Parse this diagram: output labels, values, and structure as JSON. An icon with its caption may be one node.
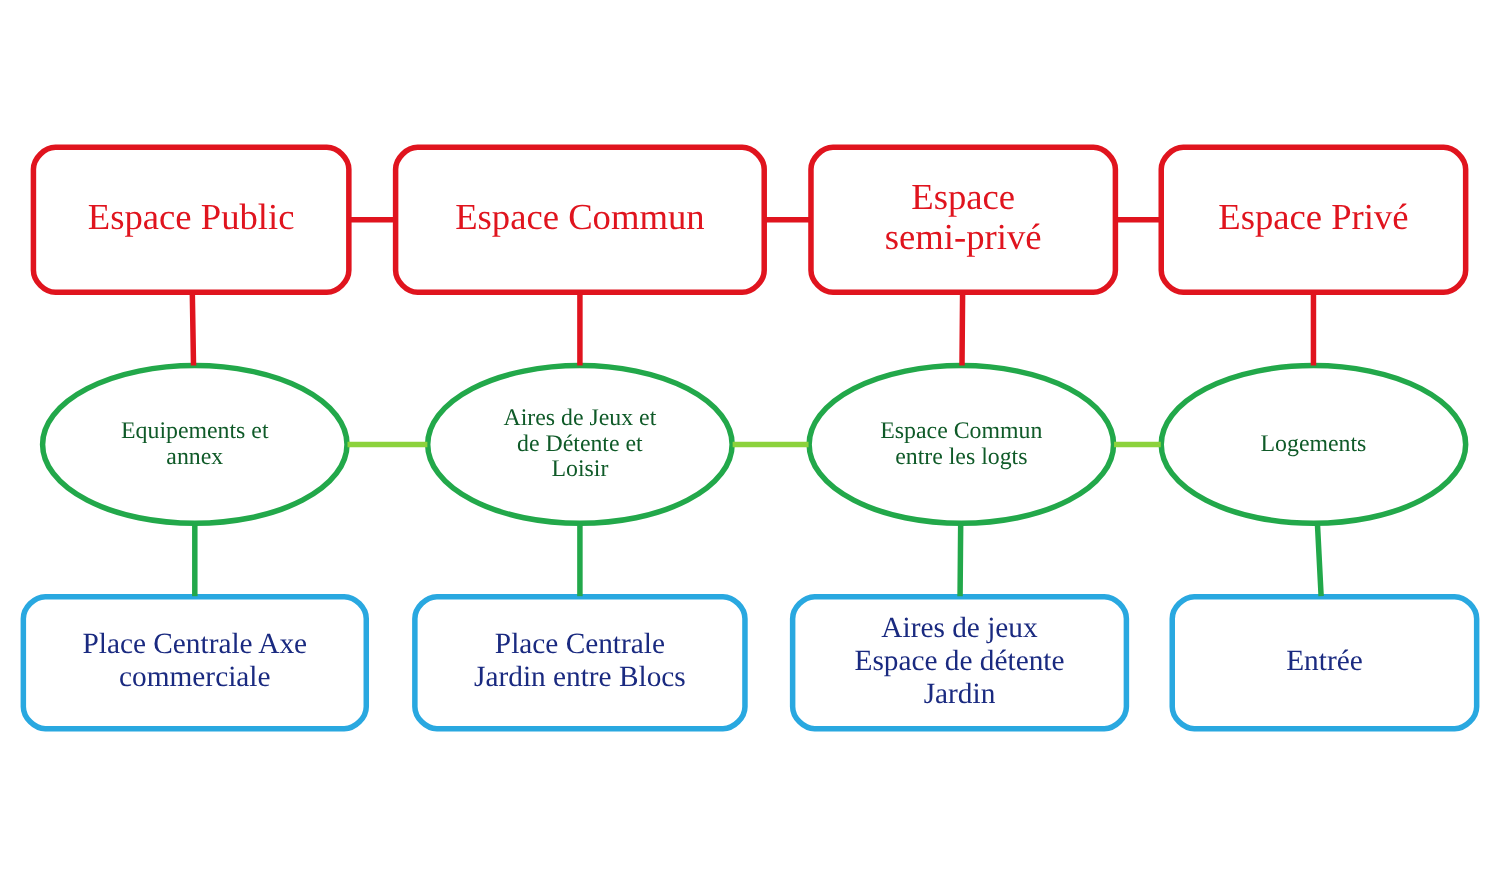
{
  "diagram": {
    "nodes": [
      {
        "text": [
          "Espace Public"
        ]
      },
      {
        "text": [
          "Espace Commun"
        ]
      },
      {
        "text": [
          "Espace semi-privé"
        ]
      },
      {
        "text": [
          "Espace Privé"
        ]
      },
      {
        "text": [
          "Equipements et annex"
        ]
      },
      {
        "text": [
          "Aires de Jeux et de Détente et Loisir"
        ]
      },
      {
        "text": [
          "Espace Commun entre les logts"
        ]
      },
      {
        "text": [
          "Logements"
        ]
      },
      {
        "text": [
          "Place Centrale Axe commerciale"
        ]
      },
      {
        "text": [
          "Place Centrale Jardin entre Blocs"
        ]
      },
      {
        "text": [
          "Aires de jeux Espace de détente Jardin"
        ]
      },
      {
        "text": [
          "Entrée"
        ]
      }
    ],
    "edges": [
      {
        "from": 0,
        "to": 1,
        "arrow": "none",
        "color": "#e0141e"
      },
      {
        "from": 1,
        "to": 2,
        "arrow": "none",
        "color": "#e0141e"
      },
      {
        "from": 2,
        "to": 3,
        "arrow": "none",
        "color": "#e0141e"
      },
      {
        "from": 0,
        "to": 4,
        "arrow": "none",
        "color": "#e0141e"
      },
      {
        "from": 1,
        "to": 5,
        "arrow": "none",
        "color": "#e0141e"
      },
      {
        "from": 2,
        "to": 6,
        "arrow": "none",
        "color": "#e0141e"
      },
      {
        "from": 3,
        "to": 7,
        "arrow": "none",
        "color": "#e0141e"
      },
      {
        "from": 4,
        "to": 5,
        "arrow": "none",
        "color": "#8cd23c"
      },
      {
        "from": 5,
        "to": 6,
        "arrow": "none",
        "color": "#8cd23c"
      },
      {
        "from": 6,
        "to": 7,
        "arrow": "none",
        "color": "#8cd23c"
      },
      {
        "from": 4,
        "to": 8,
        "arrow": "none",
        "color": "#22a84a"
      },
      {
        "from": 5,
        "to": 9,
        "arrow": "none",
        "color": "#22a84a"
      },
      {
        "from": 6,
        "to": 10,
        "arrow": "none",
        "color": "#22a84a"
      },
      {
        "from": 7,
        "to": 11,
        "arrow": "none",
        "color": "#22a84a"
      }
    ]
  }
}
